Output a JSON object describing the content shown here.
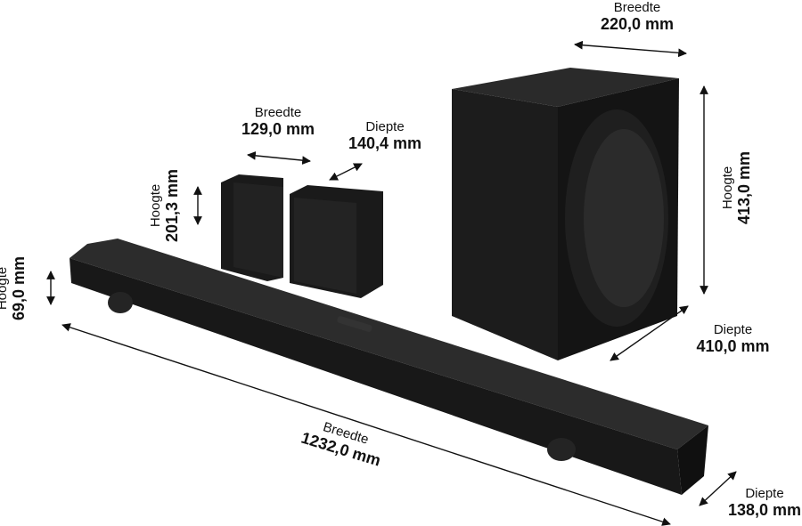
{
  "dimensions": {
    "subwoofer_width": {
      "name": "Breedte",
      "value": "220,0 mm"
    },
    "subwoofer_height": {
      "name": "Hoogte",
      "value": "413,0 mm"
    },
    "subwoofer_depth": {
      "name": "Diepte",
      "value": "410,0 mm"
    },
    "rear_width": {
      "name": "Breedte",
      "value": "129,0 mm"
    },
    "rear_depth": {
      "name": "Diepte",
      "value": "140,4 mm"
    },
    "rear_height": {
      "name": "Hoogte",
      "value": "201,3 mm"
    },
    "bar_height": {
      "name": "Hoogte",
      "value": "69,0 mm"
    },
    "bar_width": {
      "name": "Breedte",
      "value": "1232,0 mm"
    },
    "bar_depth": {
      "name": "Diepte",
      "value": "138,0 mm"
    }
  },
  "colors": {
    "product": "#1a1a1a",
    "arrow": "#111111"
  }
}
